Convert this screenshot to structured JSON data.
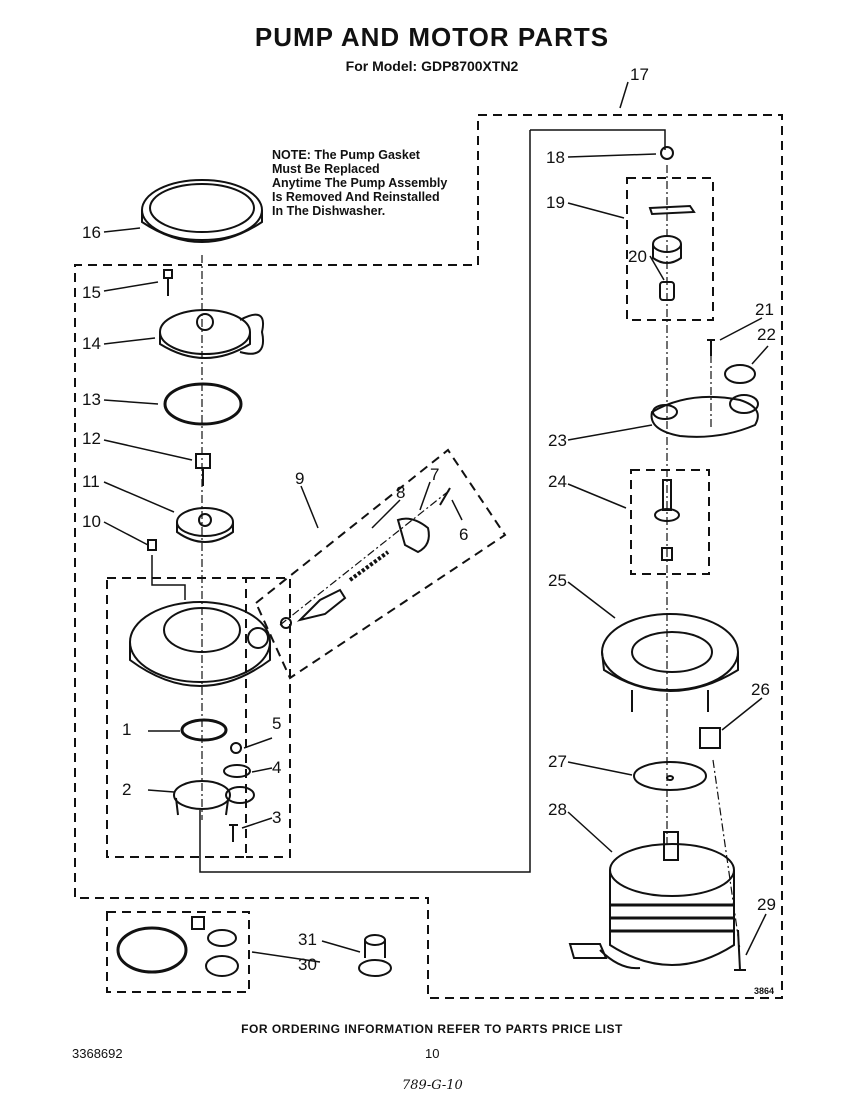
{
  "header": {
    "title": "PUMP AND MOTOR PARTS",
    "subtitle": "For Model: GDP8700XTN2"
  },
  "note": "NOTE: The Pump Gasket\nMust Be Replaced\nAnytime The Pump Assembly\nIs Removed And Reinstalled\nIn The Dishwasher.",
  "callouts": [
    "1",
    "2",
    "3",
    "4",
    "5",
    "6",
    "7",
    "8",
    "9",
    "10",
    "11",
    "12",
    "13",
    "14",
    "15",
    "16",
    "17",
    "18",
    "19",
    "20",
    "21",
    "22",
    "23",
    "24",
    "25",
    "26",
    "27",
    "28",
    "29",
    "30",
    "31"
  ],
  "figure_code": "3864",
  "footer": {
    "ordering": "FOR ORDERING INFORMATION REFER TO PARTS PRICE LIST",
    "doc_number": "3368692",
    "page_number": "10",
    "handwritten": "789-G-10"
  }
}
